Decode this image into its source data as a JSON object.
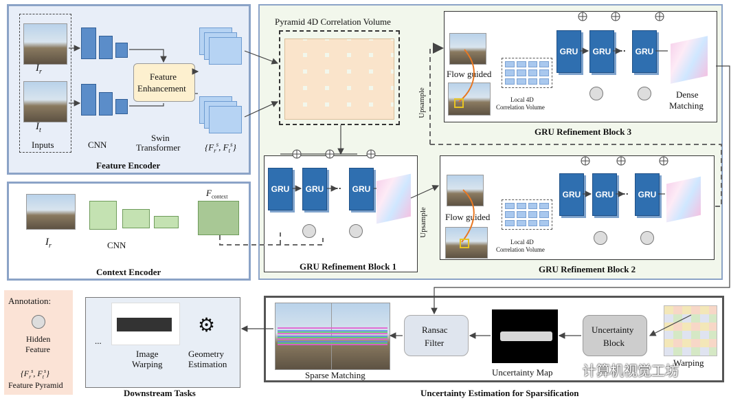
{
  "feature_encoder": {
    "title": "Feature Encoder",
    "inputs": "Inputs",
    "ir": "I",
    "ir_sub": "r",
    "it": "I",
    "it_sub": "t",
    "cnn": "CNN",
    "fe_line1": "Feature",
    "fe_line2": "Enhancement",
    "swin1": "Swin",
    "swin2": "Transformer",
    "pyr": "{F",
    "pyr_r": "r",
    "pyr_s": "s",
    "pyr_mid": ", F",
    "pyr_t": "t",
    "pyr_end": "}"
  },
  "context_encoder": {
    "title": "Context Encoder",
    "ir": "I",
    "ir_sub": "r",
    "cnn": "CNN",
    "fctx": "F",
    "fctx_sub": "context"
  },
  "pyramid": {
    "title": "Pyramid 4D Correlation Volume"
  },
  "gru": {
    "label": "GRU",
    "dots": "···"
  },
  "block1": {
    "title": "GRU Refinement Block 1"
  },
  "block2": {
    "title": "GRU Refinement Block 2",
    "flow": "Flow guided",
    "local1": "Local 4D",
    "local2": "Correlation Volume",
    "upsample": "Upsample"
  },
  "block3": {
    "title": "GRU Refinement Block 3",
    "flow": "Flow guided",
    "local1": "Local 4D",
    "local2": "Correlation Volume",
    "upsample": "Upsample",
    "dense1": "Dense",
    "dense2": "Matching"
  },
  "annotation": {
    "title": "Annotation:",
    "hidden1": "Hidden",
    "hidden2": "Feature",
    "pyr": "{F",
    "pyr_r": "r",
    "pyr_s": "s",
    "pyr_mid": ", F",
    "pyr_t": "t",
    "pyr_end": "}",
    "pyr_label": "Feature Pyramid"
  },
  "downstream": {
    "title": "Downstream Tasks",
    "dots": "...",
    "warp1": "Image",
    "warp2": "Warping",
    "geo1": "Geometry",
    "geo2": "Estimation"
  },
  "uncertainty": {
    "title": "Uncertainty Estimation for Sparsification",
    "sparse": "Sparse Matching",
    "ransac1": "Ransac",
    "ransac2": "Filter",
    "map": "Uncertainty Map",
    "ublock1": "Uncertainty",
    "ublock2": "Block",
    "warping": "Warping"
  },
  "watermark": "计算机视觉工坊",
  "colors": {
    "blue_border": "#8ba3c7",
    "gru_blue": "#2f6fb0",
    "peach": "#fbe3d6",
    "gray_border": "#555555"
  }
}
